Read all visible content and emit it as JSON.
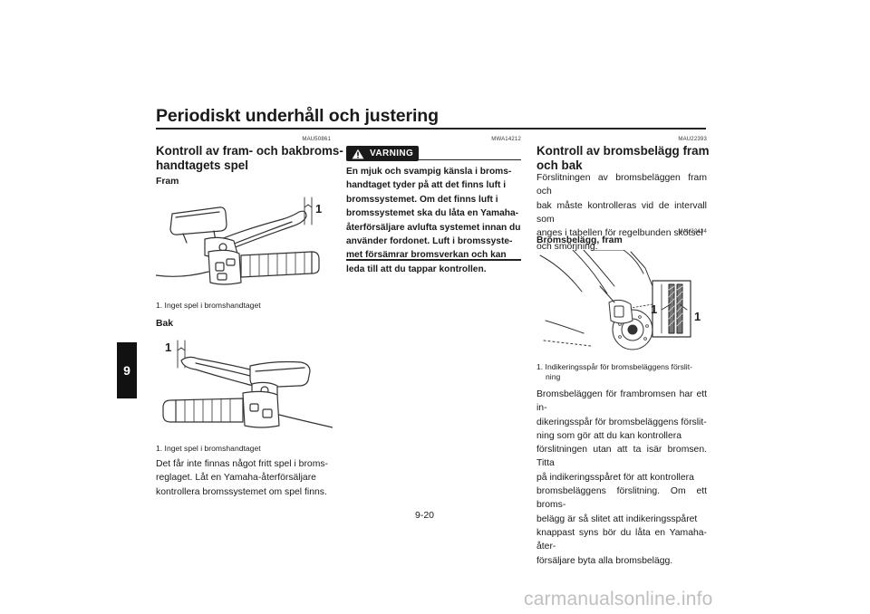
{
  "header": {
    "title": "Periodiskt underhåll och justering",
    "chapter": "9"
  },
  "col1": {
    "code": "MAU50861",
    "heading_lines": [
      "Kontroll av fram- och bakbroms-",
      "handtagets spel"
    ],
    "fram_label": "Fram",
    "fig1_callout": "1",
    "fig1_caption": "1.  Inget spel i bromshandtaget",
    "bak_label": "Bak",
    "fig2_callout": "1",
    "fig2_caption": "1.  Inget spel i bromshandtaget",
    "body_lines": [
      "Det får inte finnas något fritt spel i broms-",
      "reglaget. Låt en Yamaha-återförsäljare",
      "kontrollera bromssystemet om spel finns."
    ]
  },
  "col2": {
    "code": "MWA14212",
    "warning_label": "VARNING",
    "warning_lines": [
      "En mjuk och svampig känsla i broms-",
      "handtaget tyder på att det finns luft i",
      "bromssystemet. Om det finns luft i",
      "bromssystemet ska du låta en Yamaha-",
      "återförsäljare avlufta systemet innan du",
      "använder fordonet. Luft i bromssyste-",
      "met försämrar bromsverkan och kan",
      "leda till att du tappar kontrollen."
    ]
  },
  "col3": {
    "code1": "MAU22393",
    "heading_lines": [
      "Kontroll av bromsbelägg fram",
      "och bak"
    ],
    "intro_lines": [
      "Förslitningen av bromsbeläggen fram och",
      "bak måste kontrolleras vid de intervall som",
      "anges i tabellen för regelbunden skötsel",
      "och smörjning."
    ],
    "code2": "MAU22434",
    "sub_heading": "Bromsbelägg, fram",
    "fig_callout_left": "1",
    "fig_callout_right": "1",
    "fig_caption_lines": [
      "1.  Indikeringsspår för bromsbeläggens förslit-",
      "ning"
    ],
    "body_lines": [
      "Bromsbeläggen för frambromsen har ett in-",
      "dikeringsspår för bromsbeläggens förslit-",
      "ning som gör att du kan kontrollera",
      "förslitningen utan att ta isär bromsen. Titta",
      "på indikeringsspåret för att kontrollera",
      "bromsbeläggens förslitning. Om ett broms-",
      "belägg är så slitet att indikeringsspåret",
      "knappast syns bör du låta en Yamaha-åter-",
      "försäljare byta alla bromsbelägg."
    ]
  },
  "footer": {
    "page_number": "9-20",
    "watermark": "carmanualsonline.info"
  }
}
